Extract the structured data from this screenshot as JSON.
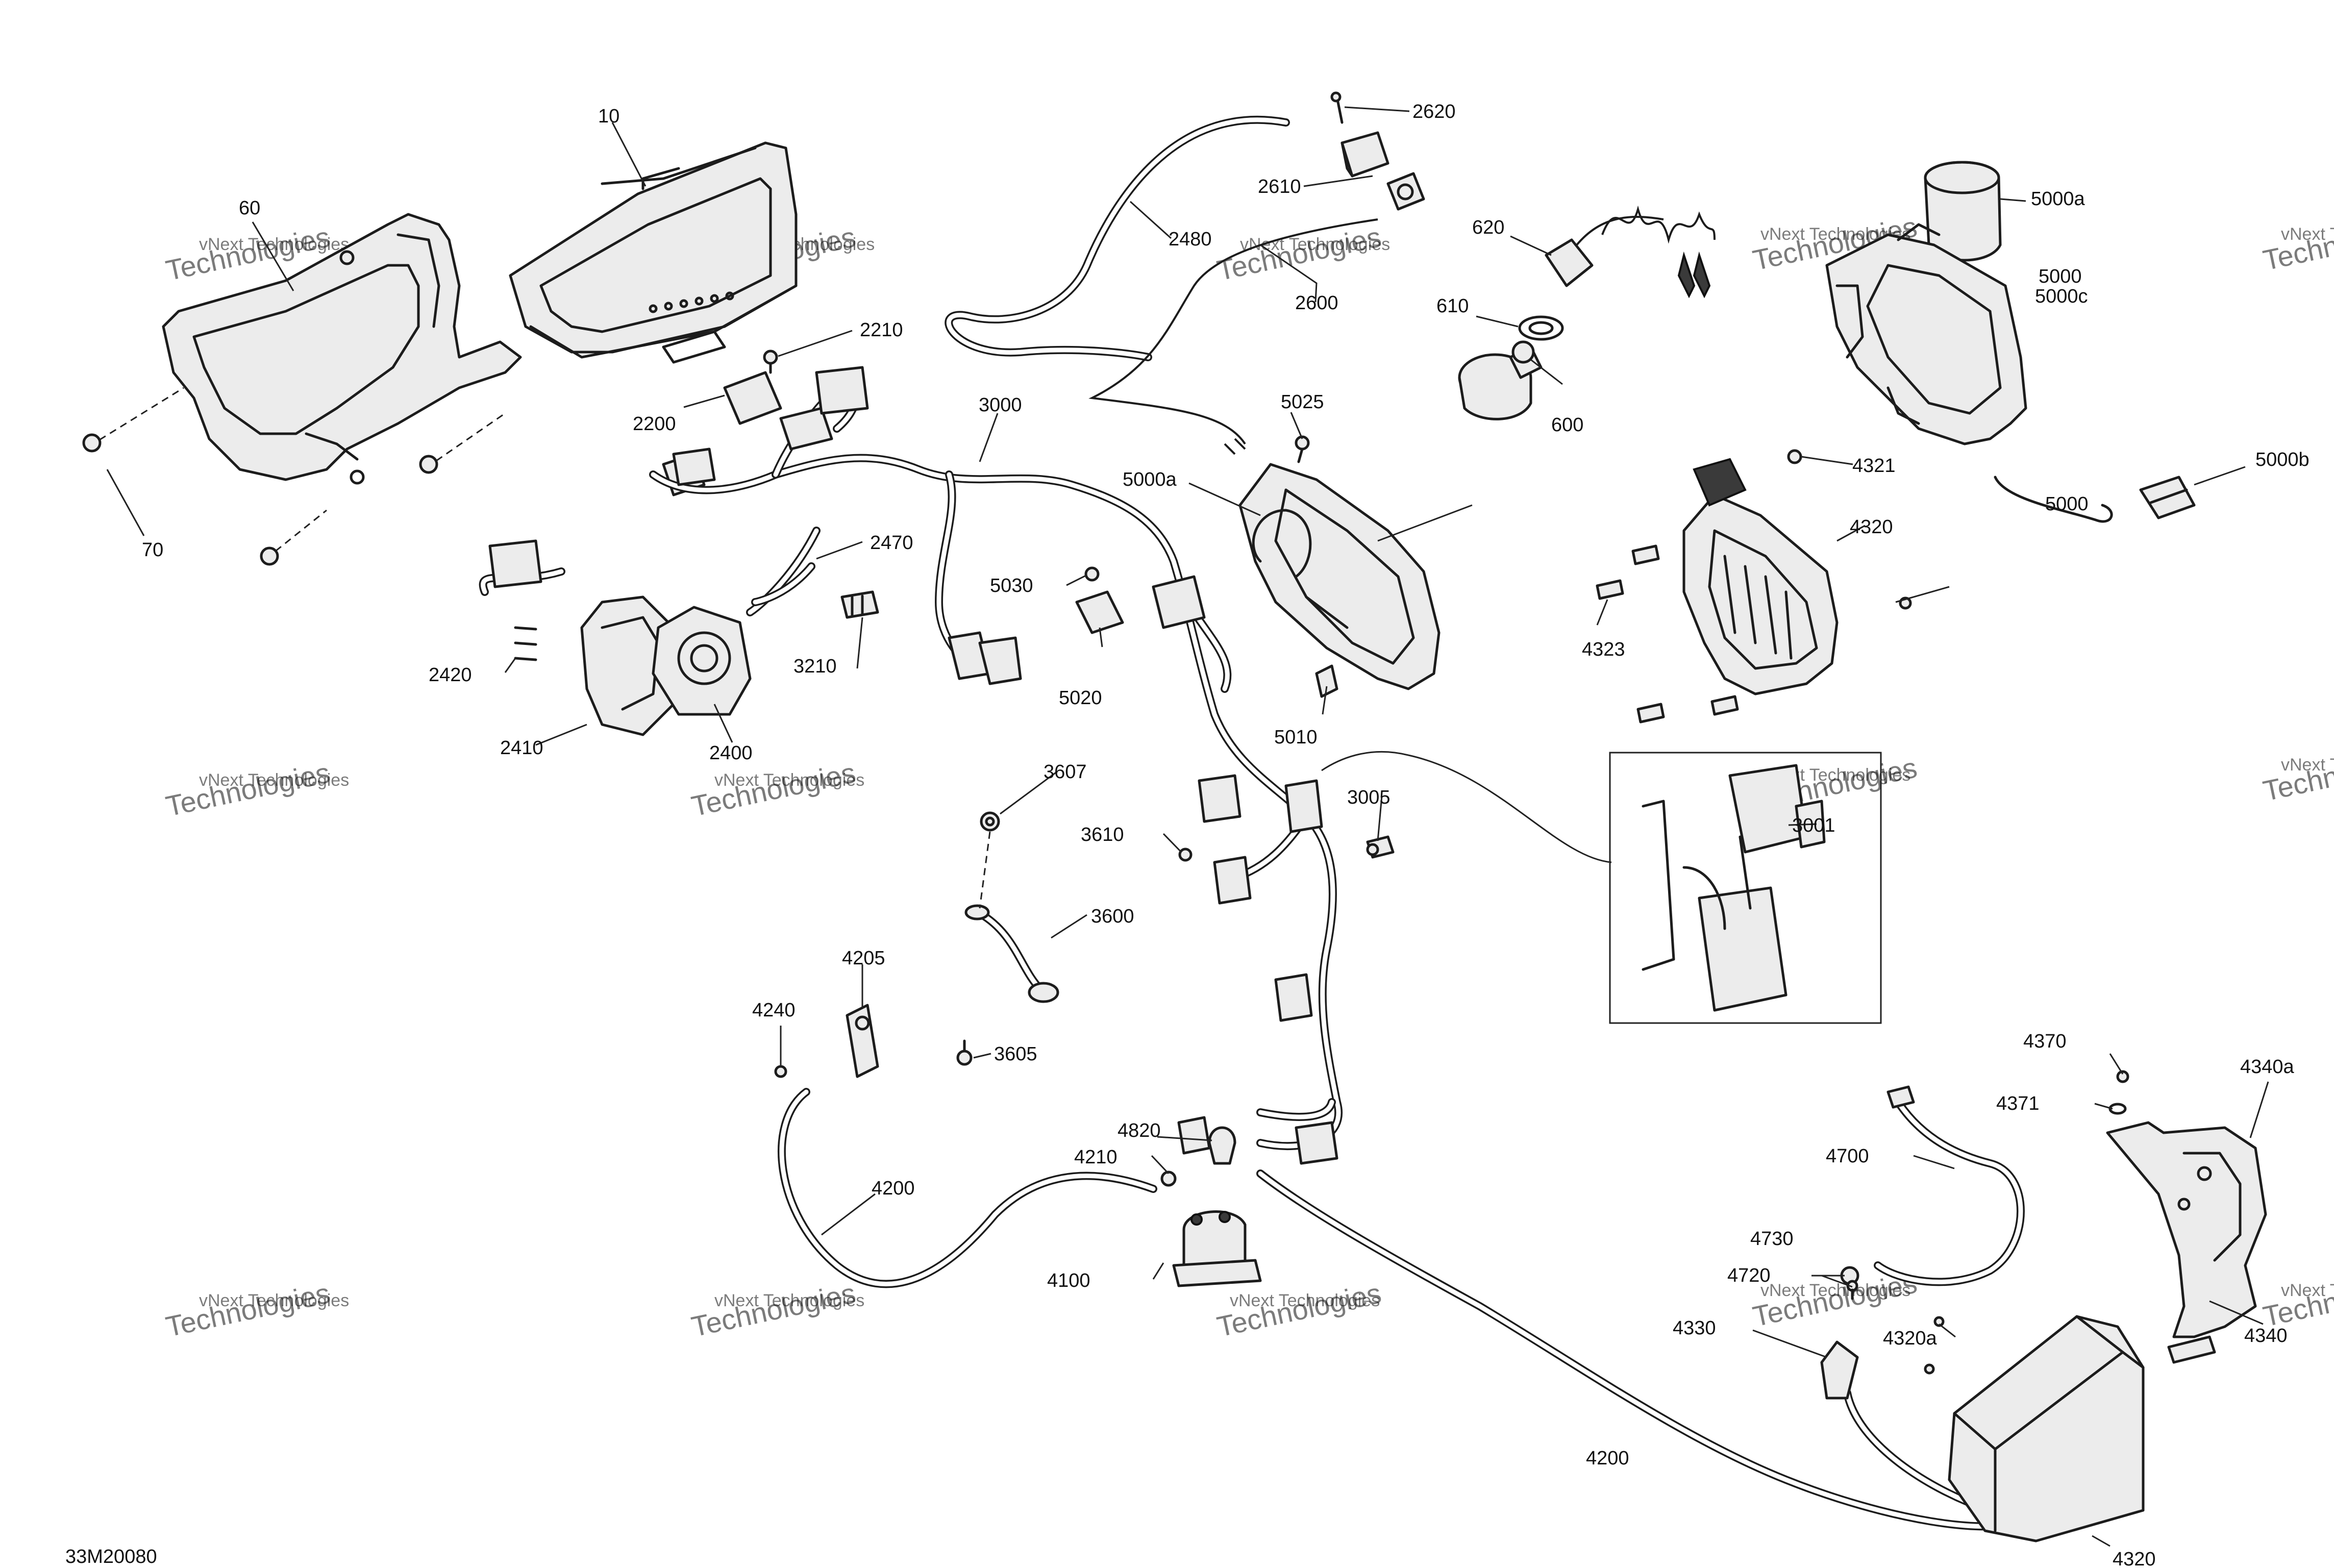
{
  "drawing": {
    "code": "33M20080",
    "watermark": [
      "vNext Technologies",
      "Technologies"
    ]
  },
  "callouts": [
    {
      "id": "10",
      "label": "10"
    },
    {
      "id": "60",
      "label": "60"
    },
    {
      "id": "70",
      "label": "70"
    },
    {
      "id": "2200",
      "label": "2200"
    },
    {
      "id": "2210",
      "label": "2210"
    },
    {
      "id": "2400",
      "label": "2400"
    },
    {
      "id": "2410",
      "label": "2410"
    },
    {
      "id": "2420",
      "label": "2420"
    },
    {
      "id": "2470",
      "label": "2470"
    },
    {
      "id": "2480",
      "label": "2480"
    },
    {
      "id": "2600",
      "label": "2600"
    },
    {
      "id": "2610",
      "label": "2610"
    },
    {
      "id": "2620",
      "label": "2620"
    },
    {
      "id": "3000",
      "label": "3000"
    },
    {
      "id": "3001",
      "label": "3001"
    },
    {
      "id": "3005",
      "label": "3005"
    },
    {
      "id": "3210",
      "label": "3210"
    },
    {
      "id": "3600",
      "label": "3600"
    },
    {
      "id": "3605",
      "label": "3605"
    },
    {
      "id": "3607",
      "label": "3607"
    },
    {
      "id": "3610",
      "label": "3610"
    },
    {
      "id": "4100",
      "label": "4100"
    },
    {
      "id": "4200a",
      "label": "4200"
    },
    {
      "id": "4200b",
      "label": "4200"
    },
    {
      "id": "4205",
      "label": "4205"
    },
    {
      "id": "4210",
      "label": "4210"
    },
    {
      "id": "4240",
      "label": "4240"
    },
    {
      "id": "4320a",
      "label": "4320"
    },
    {
      "id": "4320b",
      "label": "4320"
    },
    {
      "id": "4320a-sub",
      "label": "4320a"
    },
    {
      "id": "4321",
      "label": "4321"
    },
    {
      "id": "4323",
      "label": "4323"
    },
    {
      "id": "4330",
      "label": "4330"
    },
    {
      "id": "4340",
      "label": "4340"
    },
    {
      "id": "4340a",
      "label": "4340a"
    },
    {
      "id": "4370",
      "label": "4370"
    },
    {
      "id": "4371",
      "label": "4371"
    },
    {
      "id": "4700",
      "label": "4700"
    },
    {
      "id": "4720",
      "label": "4720"
    },
    {
      "id": "4730",
      "label": "4730"
    },
    {
      "id": "4820",
      "label": "4820"
    },
    {
      "id": "5000a",
      "label": "5000"
    },
    {
      "id": "5000b",
      "label": "5000"
    },
    {
      "id": "5000c",
      "label": "5000c"
    },
    {
      "id": "5000a-sub",
      "label": "5000a"
    },
    {
      "id": "5000a-sub2",
      "label": "5000a"
    },
    {
      "id": "5000b-sub",
      "label": "5000b"
    },
    {
      "id": "5010",
      "label": "5010"
    },
    {
      "id": "5020",
      "label": "5020"
    },
    {
      "id": "5025",
      "label": "5025"
    },
    {
      "id": "5030",
      "label": "5030"
    },
    {
      "id": "600",
      "label": "600"
    },
    {
      "id": "610",
      "label": "610"
    },
    {
      "id": "620",
      "label": "620"
    }
  ]
}
